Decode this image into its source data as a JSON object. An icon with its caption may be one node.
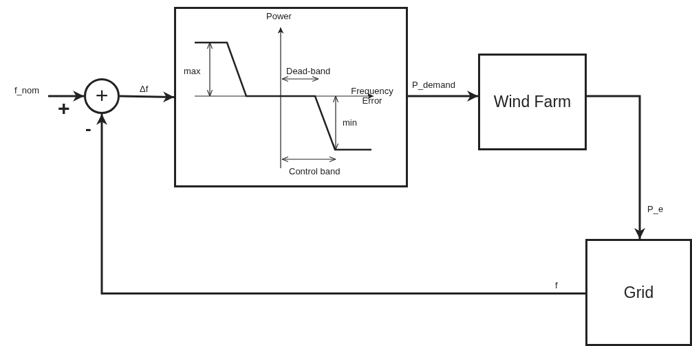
{
  "diagram": {
    "nodes": [
      {
        "text": [
          "+"
        ]
      },
      {
        "text": [],
        "shape": "box"
      },
      {
        "text": [
          "Wind Farm"
        ]
      },
      {
        "text": [
          "Grid"
        ]
      }
    ],
    "edges": [
      {
        "from": null,
        "to": 0,
        "arrow": "to",
        "label": "f_nom"
      },
      {
        "from": 0,
        "to": 1,
        "arrow": "to",
        "label": "Δf"
      },
      {
        "from": 1,
        "to": 2,
        "arrow": "to",
        "label": "P_demand"
      },
      {
        "from": 2,
        "to": 3,
        "arrow": "to",
        "label": "P_e"
      },
      {
        "from": 3,
        "to": 0,
        "arrow": "to",
        "label": "f"
      }
    ],
    "labels": [
      "Power",
      "max",
      "Dead-band",
      "Frequency Error",
      "+",
      "-",
      "min",
      "Control band"
    ]
  }
}
